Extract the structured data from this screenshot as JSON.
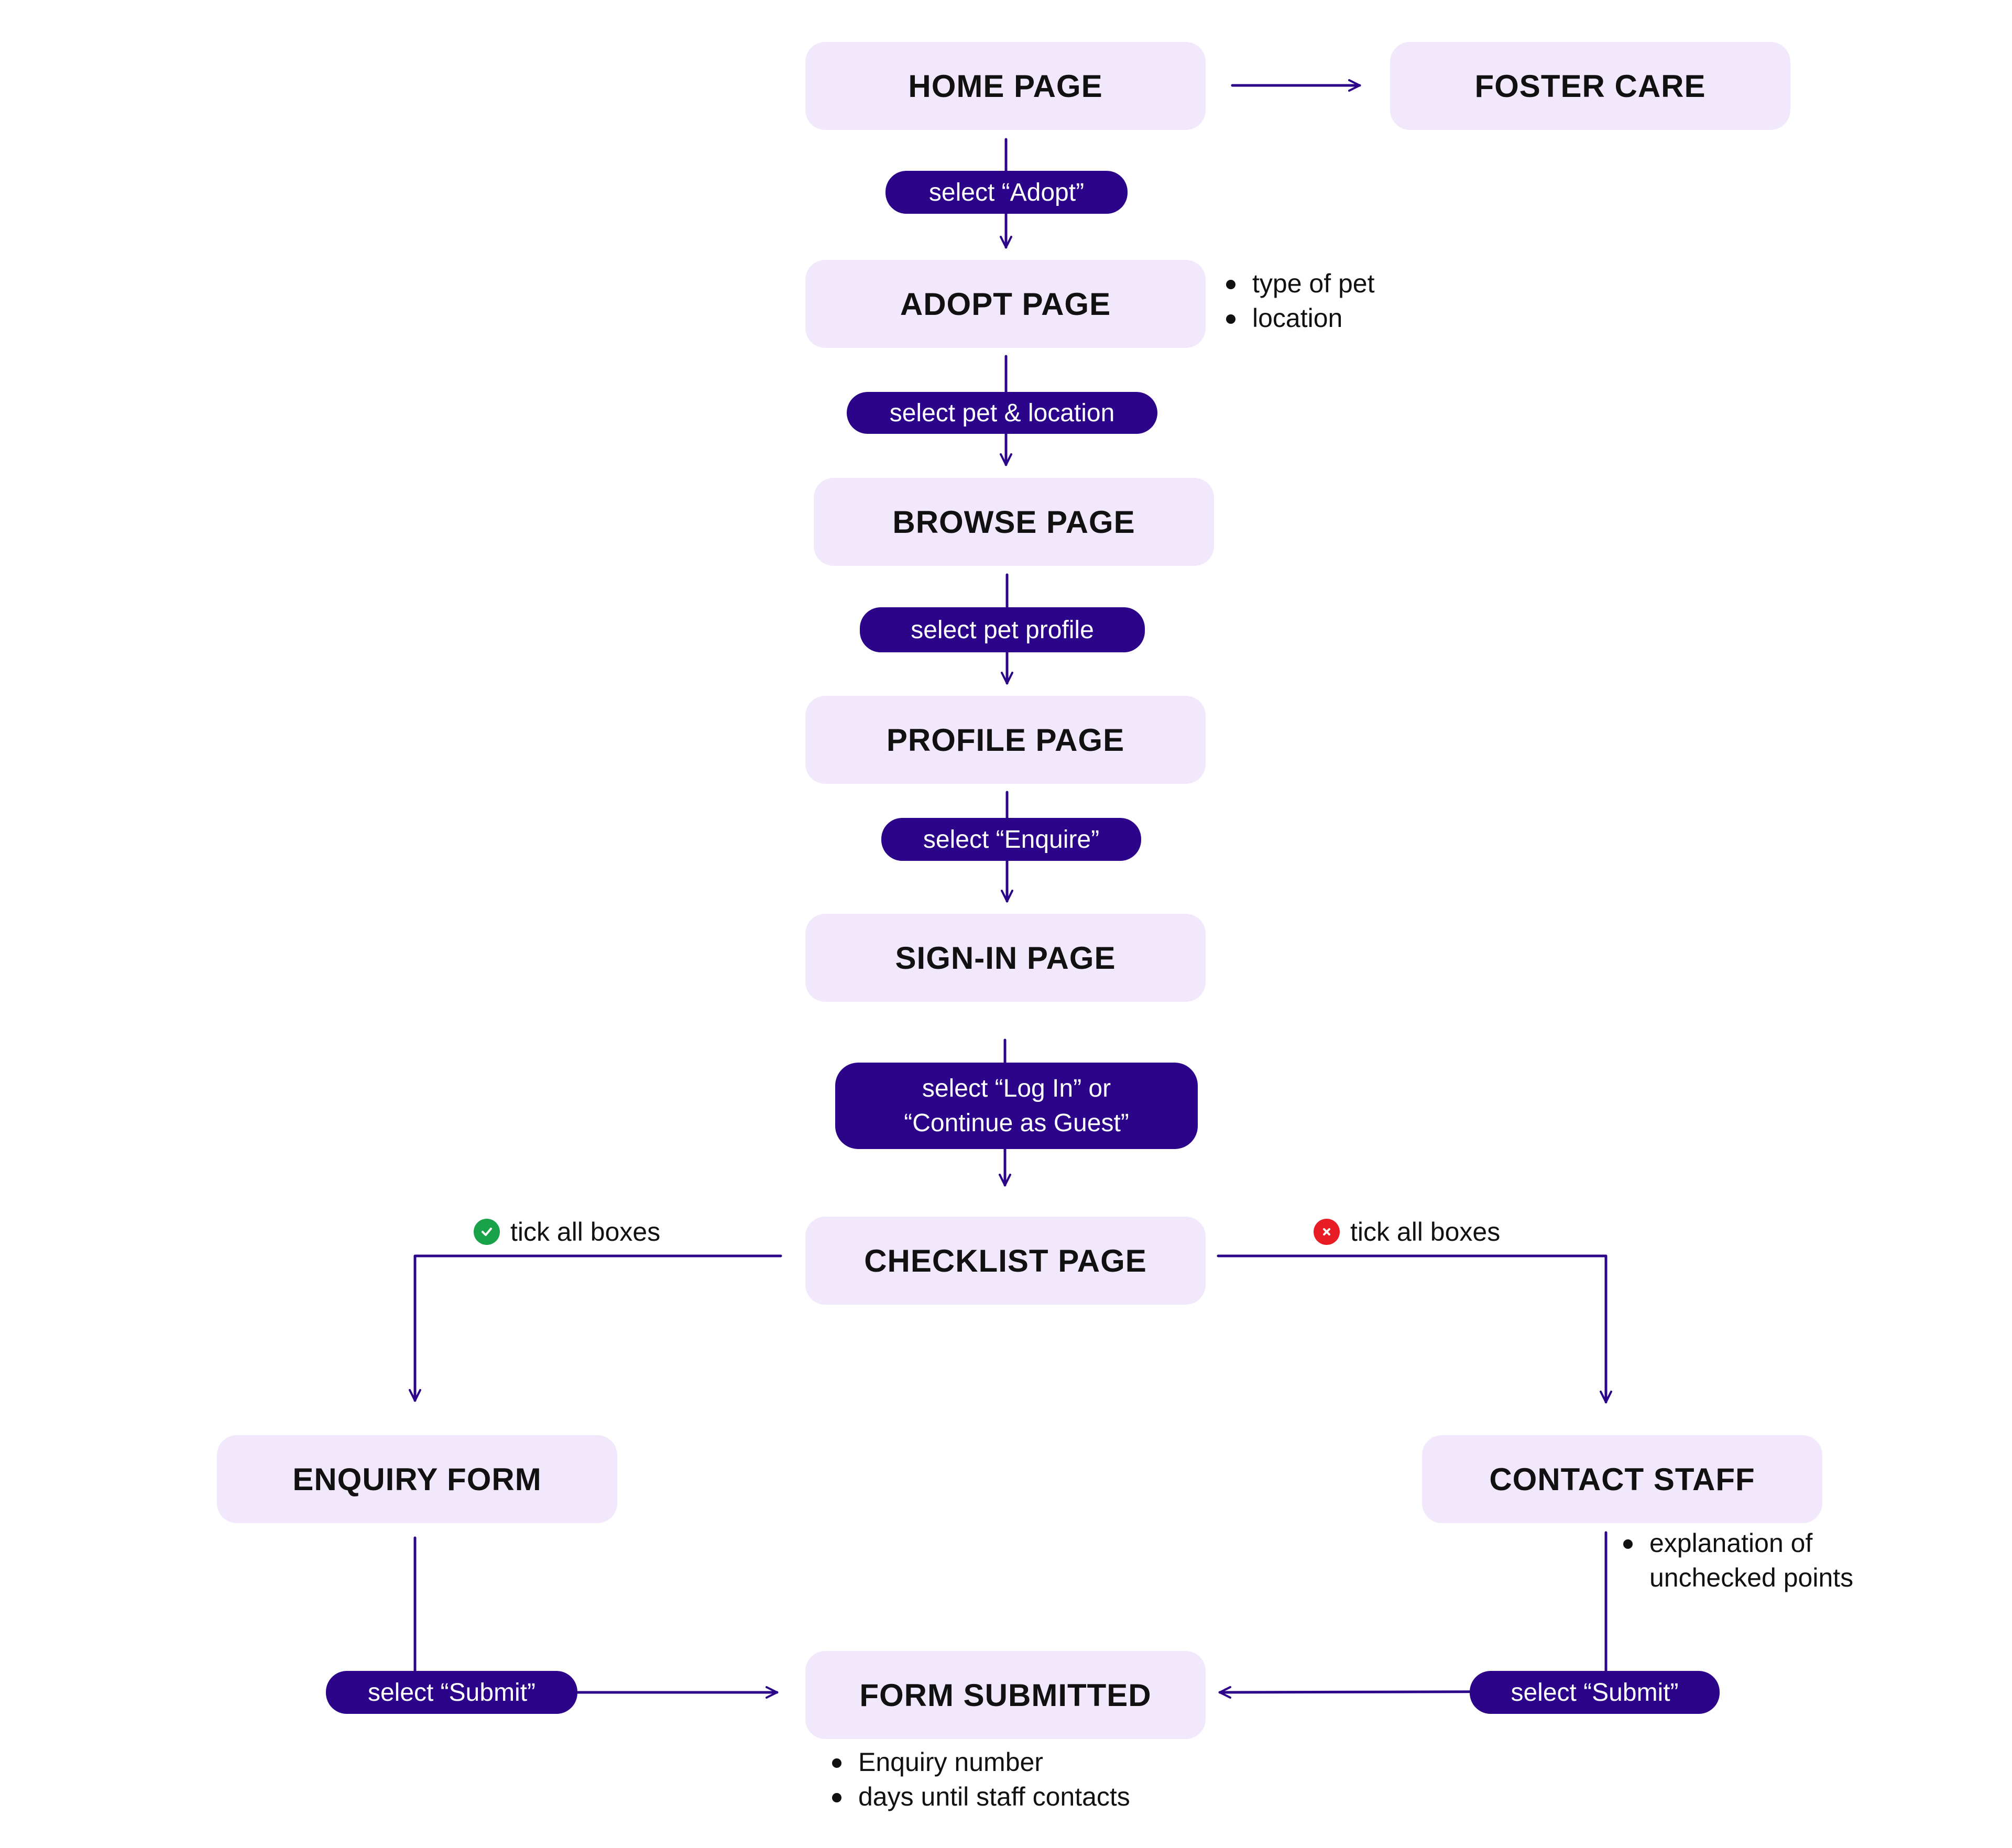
{
  "nodes": {
    "home": "HOME PAGE",
    "foster": "FOSTER CARE",
    "adopt": "ADOPT PAGE",
    "browse": "BROWSE PAGE",
    "profile": "PROFILE PAGE",
    "signin": "SIGN-IN PAGE",
    "checklist": "CHECKLIST PAGE",
    "enquiry": "ENQUIRY FORM",
    "contact": "CONTACT STAFF",
    "submitted": "FORM SUBMITTED"
  },
  "actions": {
    "adopt": "select “Adopt”",
    "pet_location": "select pet & location",
    "pet_profile": "select pet profile",
    "enquire": "select “Enquire”",
    "login_line1": "select “Log In” or",
    "login_line2": "“Continue as Guest”",
    "submit_left": "select “Submit”",
    "submit_right": "select “Submit”"
  },
  "conditions": {
    "pass": "tick all boxes",
    "fail": "tick all boxes"
  },
  "notes": {
    "adopt": [
      "type of pet",
      "location"
    ],
    "contact": [
      "explanation of",
      "unchecked points"
    ],
    "submitted": [
      "Enquiry number",
      "days until staff contacts"
    ]
  },
  "colors": {
    "node_fill": "#f1e8fc",
    "action_fill": "#2b0489",
    "arrow": "#2b0489",
    "pass_badge": "#1aa24a",
    "fail_badge": "#e81c24"
  },
  "icons": {
    "pass": "check-circle-icon",
    "fail": "x-circle-icon"
  }
}
